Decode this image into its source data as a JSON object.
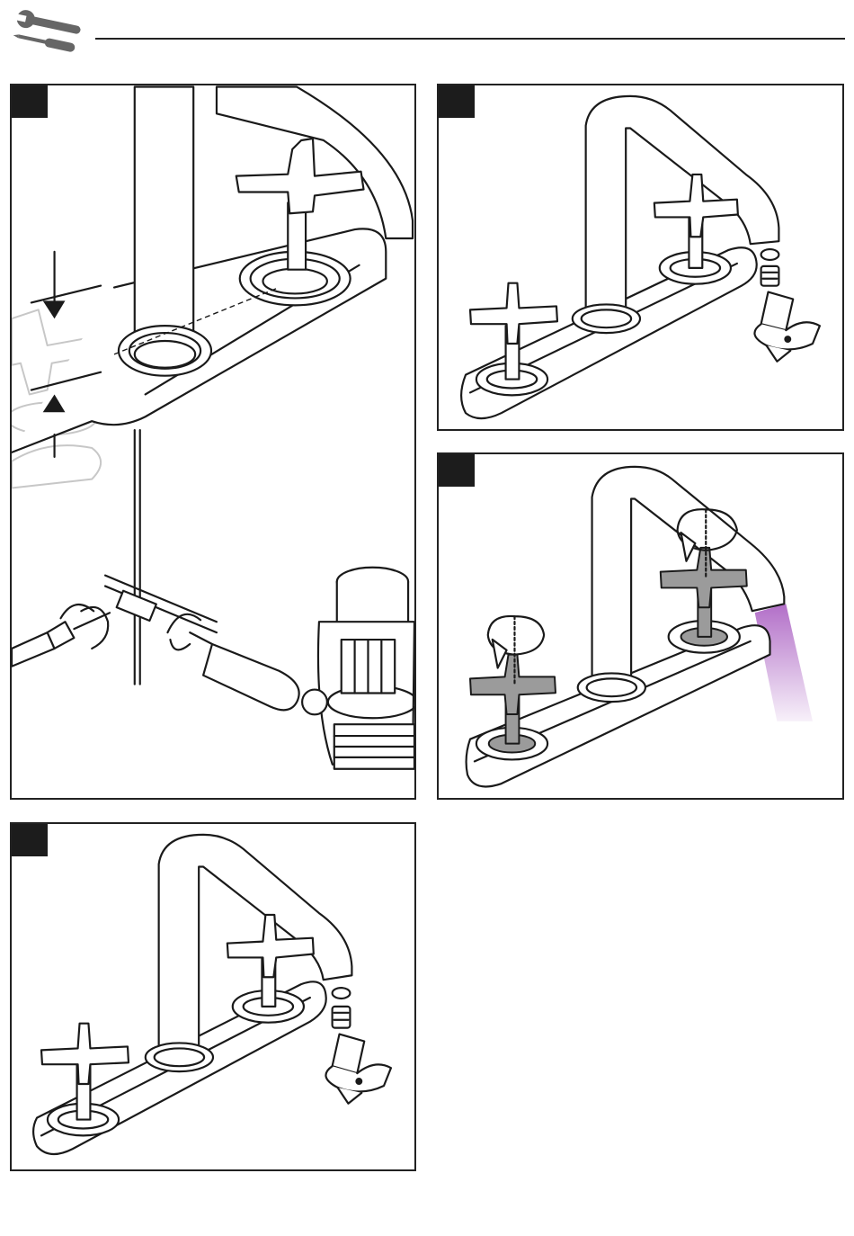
{
  "header": {
    "icon": "tools-icon"
  },
  "panels": [
    {
      "step_label": "",
      "illustration": "install-faucet-and-pop-up-rod"
    },
    {
      "step_label": "",
      "illustration": "remove-aerator"
    },
    {
      "step_label": "",
      "illustration": "open-valves-flush-lines"
    },
    {
      "step_label": "",
      "illustration": "reinstall-aerator"
    }
  ],
  "colors": {
    "line": "#1a1a1a",
    "tab": "#1c1c1c",
    "valve_highlight": "#9b9b9b",
    "water_flow": "#b26fc8"
  }
}
